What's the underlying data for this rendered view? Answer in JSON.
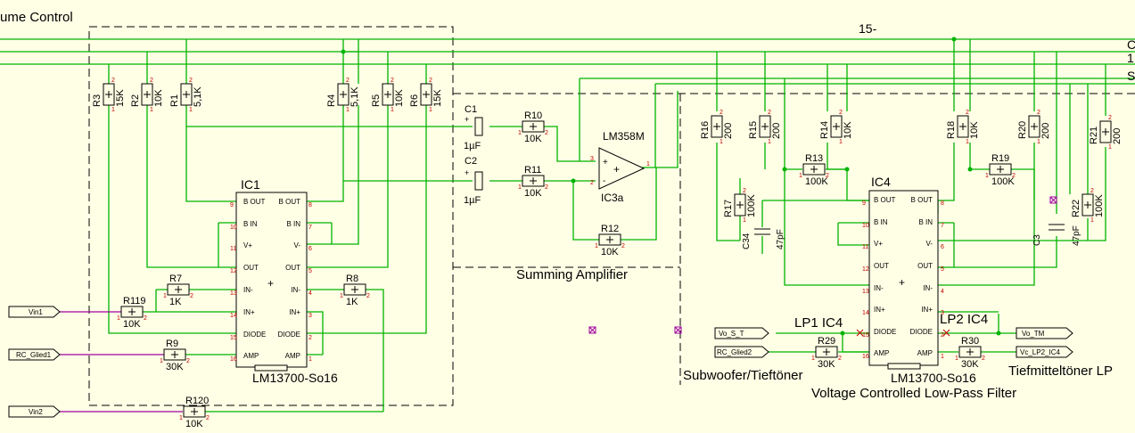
{
  "titles": {
    "volume_control": "ume Control",
    "summing_amplifier": "Summing Amplifier",
    "subwoofer": "Subwoofer/Tieftöner",
    "tiefmittel": "Tiefmitteltöner LP",
    "vclpf": "Voltage Controlled Low-Pass Filter",
    "lp1": "LP1 IC4",
    "lp2": "LP2 IC4",
    "bus15": "15-",
    "bus_right": [
      "C",
      "1",
      "S"
    ]
  },
  "ics": {
    "ic1": {
      "ref": "IC1",
      "part": "LM13700-So16"
    },
    "ic4": {
      "ref": "IC4",
      "part": "LM13700-So16"
    },
    "ic3a": {
      "ref": "IC3a",
      "part": "LM358M"
    },
    "pins_left": [
      "B OUT",
      "B IN",
      "V+",
      "OUT",
      "IN-",
      "IN+",
      "DIODE",
      "AMP"
    ],
    "pins_right": [
      "B OUT",
      "B IN",
      "V-",
      "OUT",
      "IN-",
      "IN+",
      "DIODE",
      "AMP"
    ],
    "pinnums_left": [
      "9",
      "10",
      "11",
      "12",
      "13",
      "14",
      "15",
      "16"
    ],
    "pinnums_right": [
      "8",
      "7",
      "6",
      "5",
      "4",
      "3",
      "2",
      "1"
    ]
  },
  "resistors": {
    "R3": {
      "ref": "R3",
      "value": "15K"
    },
    "R2": {
      "ref": "R2",
      "value": "10K"
    },
    "R1": {
      "ref": "R1",
      "value": "5,1K"
    },
    "R4": {
      "ref": "R4",
      "value": "5,1K"
    },
    "R5": {
      "ref": "R5",
      "value": "10K"
    },
    "R6": {
      "ref": "R6",
      "value": "15K"
    },
    "R7": {
      "ref": "R7",
      "value": "1K"
    },
    "R8": {
      "ref": "R8",
      "value": "1K"
    },
    "R119": {
      "ref": "R119",
      "value": "10K"
    },
    "R9": {
      "ref": "R9",
      "value": "30K"
    },
    "R120": {
      "ref": "R120",
      "value": "10K"
    },
    "R10": {
      "ref": "R10",
      "value": "10K"
    },
    "R11": {
      "ref": "R11",
      "value": "10K"
    },
    "R12": {
      "ref": "R12",
      "value": "10K"
    },
    "R16": {
      "ref": "R16",
      "value": "200"
    },
    "R15": {
      "ref": "R15",
      "value": "200"
    },
    "R14": {
      "ref": "R14",
      "value": "10K"
    },
    "R13": {
      "ref": "R13",
      "value": "100K"
    },
    "R17": {
      "ref": "R17",
      "value": "100K"
    },
    "R18": {
      "ref": "R18",
      "value": "10K"
    },
    "R20": {
      "ref": "R20",
      "value": "200"
    },
    "R19": {
      "ref": "R19",
      "value": "100K"
    },
    "R21": {
      "ref": "R21",
      "value": "200"
    },
    "R22": {
      "ref": "R22",
      "value": "100K"
    },
    "R29": {
      "ref": "R29",
      "value": "30K"
    },
    "R30": {
      "ref": "R30",
      "value": "30K"
    }
  },
  "capacitors": {
    "C1": {
      "ref": "C1",
      "value": "1µF"
    },
    "C2": {
      "ref": "C2",
      "value": "1µF"
    },
    "C34": {
      "ref": "C34",
      "value": "47pF"
    },
    "C3": {
      "ref": "C3",
      "value": "47pF"
    }
  },
  "ports": {
    "vin1": "Vin1",
    "rc_glied1": "RC_Glied1",
    "vin2": "Vin2",
    "vo_s_t": "Vo_S_T",
    "rc_glied2": "RC_Glied2",
    "vo_tm": "Vo_TM",
    "vc_lp2_ic4": "Vc_LP2_IC4"
  },
  "colors": {
    "background": "#ffffe6",
    "wire": "#00b400",
    "signal_wire": "#a000a0",
    "pin_number": "#c00000",
    "outline": "#000000"
  }
}
